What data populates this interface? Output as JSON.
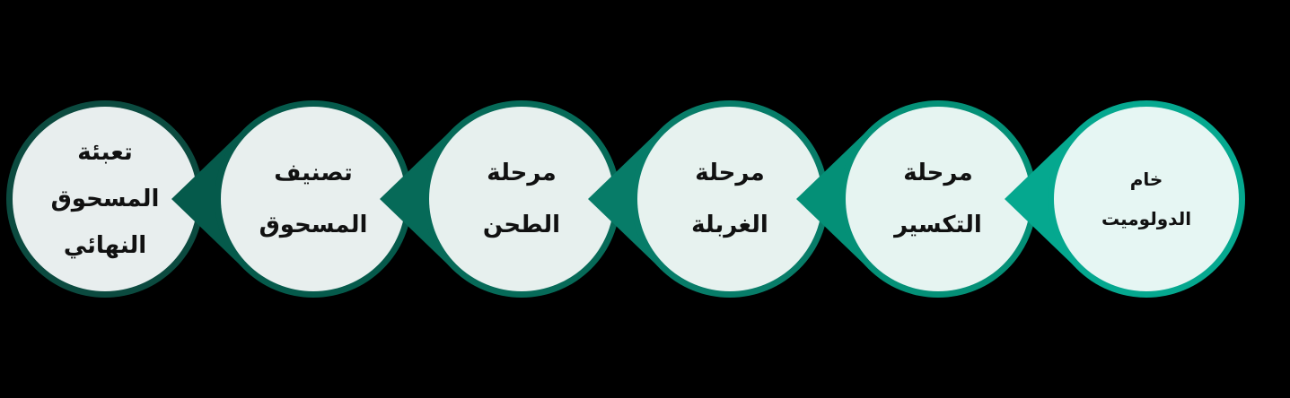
{
  "title": "Dolomite processing stages",
  "stages": [
    {
      "lines": [
        "تعبئة",
        "المسحوق",
        "النهائي"
      ],
      "ring_color": "#0b4a3f",
      "fill_color": "#e8eeee"
    },
    {
      "lines": [
        "تصنيف",
        "المسحوق"
      ],
      "ring_color": "#055a4b",
      "fill_color": "#e8efee"
    },
    {
      "lines": [
        "مرحلة",
        "الطحن"
      ],
      "ring_color": "#066a58",
      "fill_color": "#e7f0ee"
    },
    {
      "lines": [
        "مرحلة",
        "الغربلة"
      ],
      "ring_color": "#077c68",
      "fill_color": "#e7f2ef"
    },
    {
      "lines": [
        "مرحلة",
        "التكسير"
      ],
      "ring_color": "#049077",
      "fill_color": "#e6f4f1"
    },
    {
      "lines": [
        "خام",
        "الدولوميت"
      ],
      "ring_color": "#05a88f",
      "fill_color": "#e6f6f3"
    }
  ]
}
